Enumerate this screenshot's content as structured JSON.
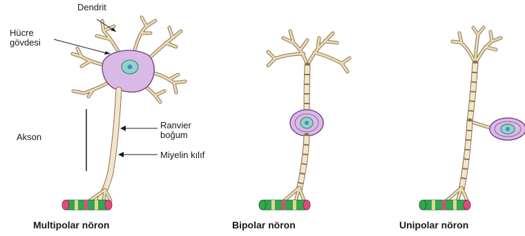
{
  "labels": {
    "dendrit": "Dendrit",
    "hucre_line1": "Hücre",
    "hucre_line2": "gövdesi",
    "akson": "Akson",
    "ranvier_line1": "Ranvier",
    "ranvier_line2": "boğum",
    "miyelin": "Miyelin kılıf"
  },
  "captions": {
    "multipolar": "Multipolar nöron",
    "bipolar": "Bipolar nöron",
    "unipolar": "Unipolar nöron"
  },
  "colors": {
    "dendrite_fill": "#ecdcb6",
    "dendrite_stroke": "#8a7350",
    "soma_fill": "#d9b9e6",
    "soma_stroke": "#7a4a8a",
    "nucleus_fill": "#8fd6c8",
    "nucleus_center": "#4f86c9",
    "myelin_fill": "#f1e6cc",
    "terminal_green": "#2fa84f",
    "terminal_pink": "#e04a7a"
  }
}
